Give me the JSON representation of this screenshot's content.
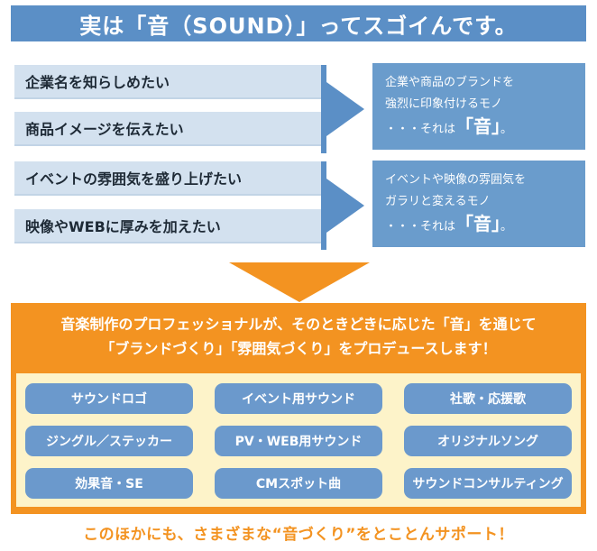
{
  "header": {
    "title": "実は「音（SOUND）」ってスゴイんです。"
  },
  "rows": [
    {
      "left": [
        "企業名を知らしめたい",
        "商品イメージを伝えたい"
      ],
      "box": {
        "line1": "企業や商品のブランドを",
        "line2": "強烈に印象付けるモノ",
        "lead": "・・・それは",
        "big": "「音」",
        "tail": "。"
      }
    },
    {
      "left": [
        "イベントの雰囲気を盛り上げたい",
        "映像やWEBに厚みを加えたい"
      ],
      "box": {
        "line1": "イベントや映像の雰囲気を",
        "line2": "ガラリと変えるモノ",
        "lead": "・・・それは",
        "big": "「音」",
        "tail": "。"
      }
    }
  ],
  "produce": {
    "line1": "音楽制作のプロフェッショナルが、そのときどきに応じた「音」を通じて",
    "line2": "「ブランドづくり」「雰囲気づくり」をプロデュースします！"
  },
  "services": [
    "サウンドロゴ",
    "イベント用サウンド",
    "社歌・応援歌",
    "ジングル／ステッカー",
    "PV・WEB用サウンド",
    "オリジナルソング",
    "効果音・SE",
    "CMスポット曲",
    "サウンドコンサルティング"
  ],
  "footer": {
    "text": "このほかにも、さまざまな“音づくり”をとことんサポート！"
  },
  "colors": {
    "blue": "#5b8fc6",
    "light_blue": "#d3e1ef",
    "orange": "#f39321",
    "cream": "#fdf3c9"
  }
}
